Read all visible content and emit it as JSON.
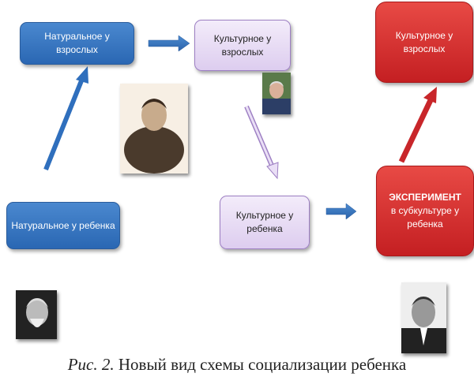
{
  "nodes": {
    "natural_adult": "Натуральное у взрослых",
    "cultural_adult": "Культурное у взрослых",
    "cultural_adult_red": "Культурное у взрослых",
    "natural_child": "Натуральное у ребенка",
    "cultural_child": "Культурное у ребенка",
    "experiment_title": "ЭКСПЕРИМЕНТ",
    "experiment_sub": "в субкультуре у ребенка"
  },
  "caption": {
    "prefix": "Рис. 2.",
    "text": " Новый вид схемы социализации ребенка"
  },
  "colors": {
    "blue": "#2f6fbd",
    "lavender": "#e6d9f3",
    "red": "#d42f2f"
  }
}
